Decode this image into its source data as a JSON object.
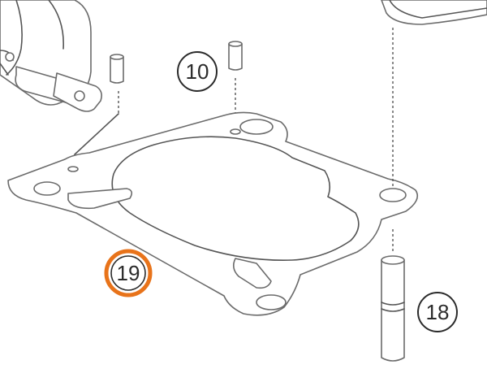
{
  "callouts": {
    "c10": {
      "label": "10"
    },
    "c18": {
      "label": "18"
    },
    "c19": {
      "label": "19",
      "highlight_color": "#e8731a"
    }
  },
  "colors": {
    "line": "#555555",
    "highlight": "#e8731a"
  }
}
